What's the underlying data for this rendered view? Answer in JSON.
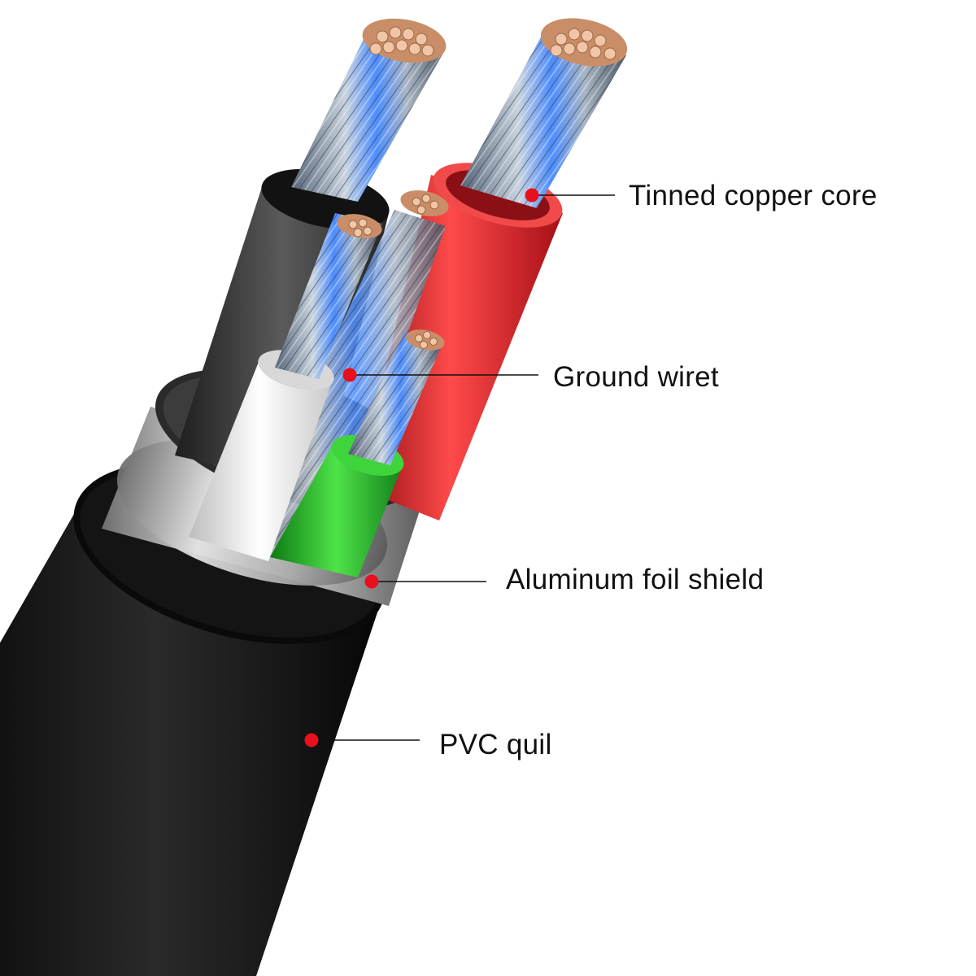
{
  "colors": {
    "background": "#ffffff",
    "marker": "#e8101c",
    "leader_line": "#111111",
    "pvc_jacket": "#1a1a1a",
    "foil_shield": "#b7b7b7",
    "insulation_black": "#3a3a3a",
    "insulation_red": "#d5202a",
    "insulation_white": "#eeeeee",
    "insulation_green": "#2fb32f",
    "copper_strand": "#e8b48f",
    "strand_silver": "#9aa7b6",
    "strand_glow": "#2f7dff"
  },
  "callouts": [
    {
      "id": "core",
      "label": "Tinned copper core",
      "marker_icon": "red-dot-icon"
    },
    {
      "id": "ground",
      "label": "Ground wiret",
      "marker_icon": "red-dot-icon"
    },
    {
      "id": "foil",
      "label": "Aluminum foil shield",
      "marker_icon": "red-dot-icon"
    },
    {
      "id": "pvc",
      "label": "PVC quil",
      "marker_icon": "red-dot-icon"
    }
  ]
}
